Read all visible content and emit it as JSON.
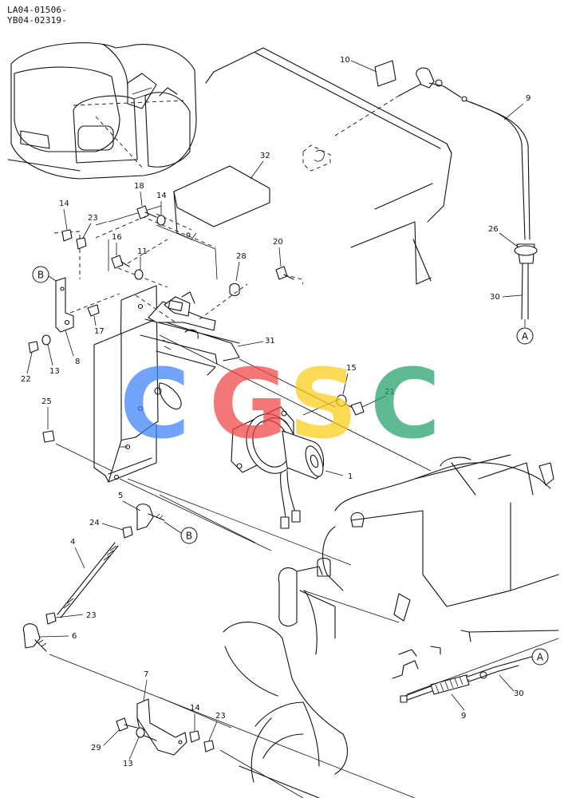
{
  "header": {
    "serial_line_1": "LA04-01506-",
    "serial_line_2": "YB04-02319-"
  },
  "callouts": {
    "c1": "1",
    "c4": "4",
    "c5": "5",
    "c6": "6",
    "c7": "7",
    "c8": "8",
    "c9a": "9",
    "c9b": "9",
    "c10": "10",
    "c11": "11",
    "c13a": "13",
    "c13b": "13",
    "c14a": "14",
    "c14b": "14",
    "c14c": "14",
    "c15": "15",
    "c16": "16",
    "c17": "17",
    "c18": "18",
    "c20": "20",
    "c21": "21",
    "c22": "22",
    "c23a": "23",
    "c23b": "23",
    "c23c": "23",
    "c24": "24",
    "c25": "25",
    "c26": "26",
    "c28": "28",
    "c29": "29",
    "c30a": "30",
    "c30b": "30",
    "c31": "31",
    "c32": "32"
  },
  "refs": {
    "a1": "A",
    "a2": "A",
    "b1": "B",
    "b2": "B"
  },
  "watermark": {
    "letters": [
      "C",
      "G",
      "S",
      "C"
    ],
    "colors": [
      "#3b82f6",
      "#ef4444",
      "#facc15",
      "#22a06b"
    ]
  }
}
